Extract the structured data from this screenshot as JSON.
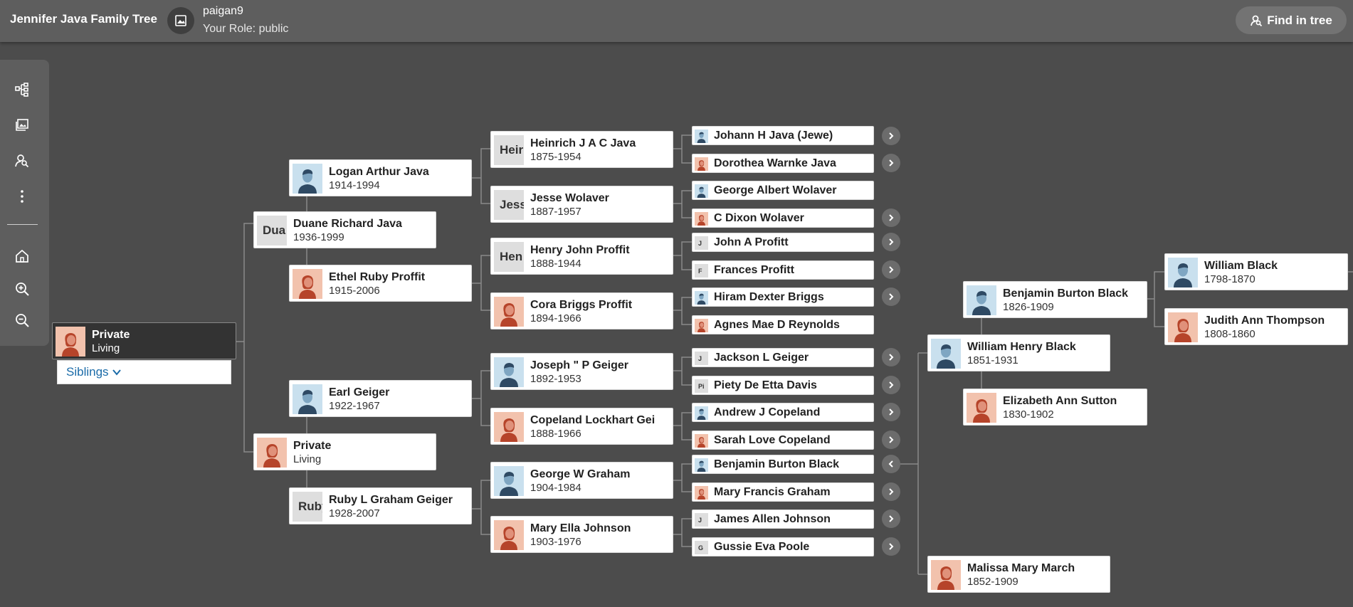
{
  "header": {
    "tree_title": "Jennifer Java Family Tree",
    "owner_name": "paigan9",
    "owner_role": "Your Role: public",
    "find_label": "Find in tree"
  },
  "toolbar": {
    "icons": [
      "tree-view-icon",
      "media-gallery-icon",
      "find-person-icon",
      "more-options-icon",
      "home-icon",
      "zoom-in-icon",
      "zoom-out-icon"
    ]
  },
  "colors": {
    "background": "#4c4c4c",
    "header": "#5e5e5e",
    "male_photo": "#c9e0ee",
    "female_photo": "#f2c2ad",
    "link": "#1a6ba8"
  },
  "root": {
    "name": "Private",
    "dates": "Living",
    "siblings_label": "Siblings"
  },
  "people": {
    "duane": {
      "name": "Duane Richard Java",
      "dates": "1936-1999",
      "initials": "Dua"
    },
    "private_mother": {
      "name": "Private",
      "dates": "Living"
    },
    "logan": {
      "name": "Logan Arthur Java",
      "dates": "1914-1994"
    },
    "ethel": {
      "name": "Ethel Ruby Proffit",
      "dates": "1915-2006"
    },
    "earl": {
      "name": "Earl Geiger",
      "dates": "1922-1967"
    },
    "ruby": {
      "name": "Ruby L Graham Geiger",
      "dates": "1928-2007",
      "initials": "Ruby"
    },
    "heinrich": {
      "name": "Heinrich J A C Java",
      "dates": "1875-1954",
      "initials": "Heir"
    },
    "jesse": {
      "name": "Jesse Wolaver",
      "dates": "1887-1957",
      "initials": "Jess"
    },
    "henry": {
      "name": "Henry John Proffit",
      "dates": "1888-1944",
      "initials": "Hen"
    },
    "cora": {
      "name": "Cora Briggs Proffit",
      "dates": "1894-1966"
    },
    "joseph": {
      "name": "Joseph \" P Geiger",
      "dates": "1892-1953"
    },
    "copeland": {
      "name": "Copeland Lockhart Gei",
      "dates": "1888-1966"
    },
    "george_graham": {
      "name": "George W Graham",
      "dates": "1904-1984"
    },
    "mary_ella": {
      "name": "Mary Ella Johnson",
      "dates": "1903-1976"
    },
    "johann": {
      "name": "Johann H Java (Jewe)"
    },
    "dorothea": {
      "name": "Dorothea Warnke Java"
    },
    "george_wolaver": {
      "name": "George Albert Wolaver"
    },
    "c_dixon": {
      "name": "C Dixon Wolaver"
    },
    "john_proffit": {
      "name": "John A Profitt",
      "initials": "J"
    },
    "frances": {
      "name": "Frances Profitt",
      "initials": "F"
    },
    "hiram": {
      "name": "Hiram Dexter Briggs"
    },
    "agnes": {
      "name": "Agnes Mae D Reynolds"
    },
    "jackson": {
      "name": "Jackson L Geiger",
      "initials": "J"
    },
    "piety": {
      "name": "Piety De Etta Davis",
      "initials": "Pi"
    },
    "andrew": {
      "name": "Andrew J Copeland"
    },
    "sarah": {
      "name": "Sarah Love Copeland"
    },
    "benjamin_small": {
      "name": "Benjamin Burton Black"
    },
    "mary_francis": {
      "name": "Mary Francis Graham"
    },
    "james_allen": {
      "name": "James Allen Johnson",
      "initials": "J"
    },
    "gussie": {
      "name": "Gussie Eva Poole",
      "initials": "G"
    },
    "william_henry": {
      "name": "William Henry Black",
      "dates": "1851-1931"
    },
    "malissa": {
      "name": "Malissa Mary March",
      "dates": "1852-1909"
    },
    "benjamin": {
      "name": "Benjamin Burton Black",
      "dates": "1826-1909"
    },
    "elizabeth": {
      "name": "Elizabeth Ann Sutton",
      "dates": "1830-1902"
    },
    "william_black": {
      "name": "William Black",
      "dates": "1798-1870"
    },
    "judith": {
      "name": "Judith Ann Thompson",
      "dates": "1808-1860"
    }
  }
}
